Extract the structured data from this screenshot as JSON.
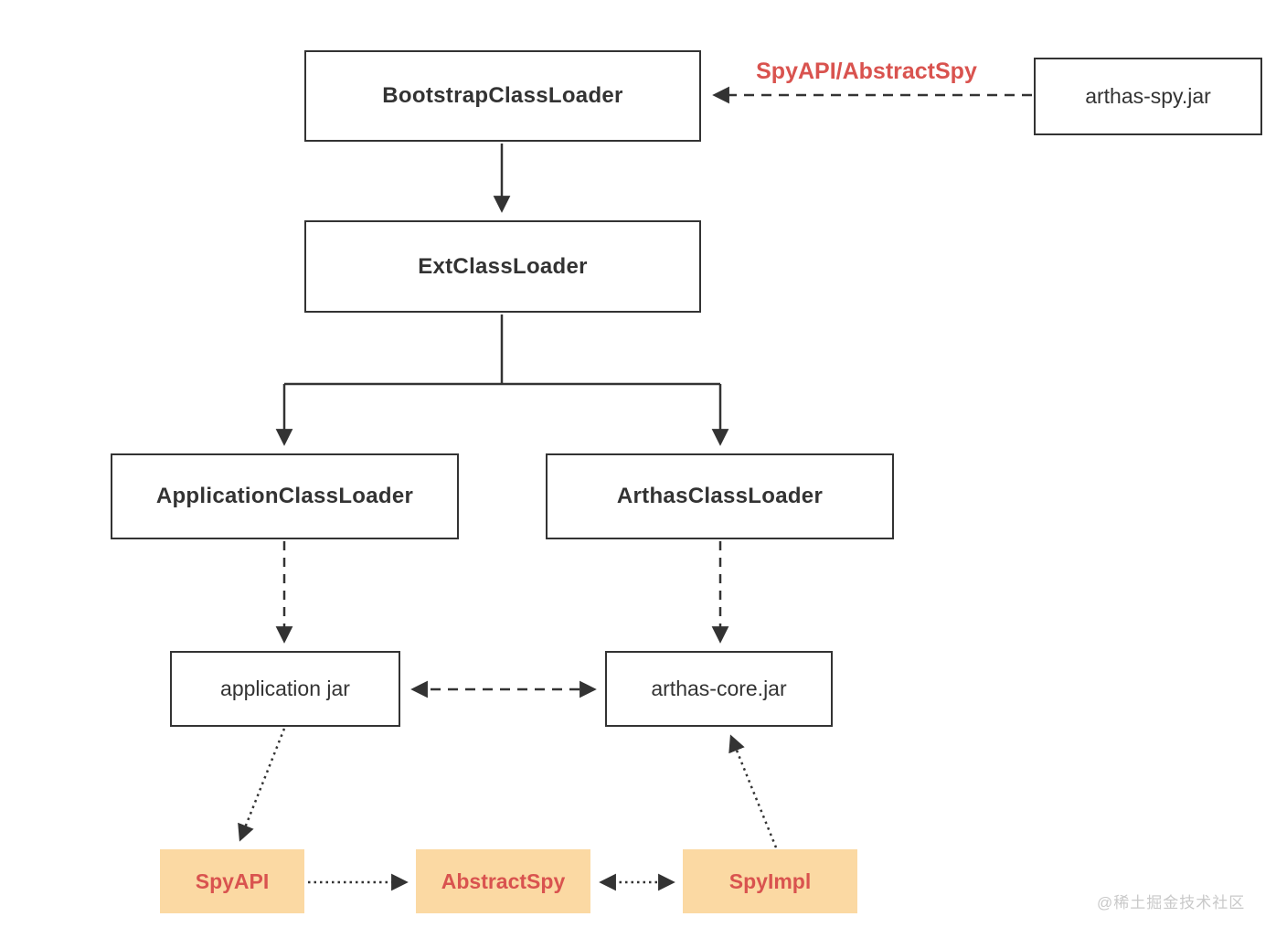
{
  "diagram": {
    "nodes": {
      "bootstrap": {
        "label": "BootstrapClassLoader"
      },
      "spyjar": {
        "label": "arthas-spy.jar"
      },
      "ext": {
        "label": "ExtClassLoader"
      },
      "appcl": {
        "label": "ApplicationClassLoader"
      },
      "arthascl": {
        "label": "ArthasClassLoader"
      },
      "appjar": {
        "label": "application jar"
      },
      "corejar": {
        "label": "arthas-core.jar"
      },
      "spyapi": {
        "label": "SpyAPI"
      },
      "abstractspy": {
        "label": "AbstractSpy"
      },
      "spyimpl": {
        "label": "SpyImpl"
      }
    },
    "edge_labels": {
      "spyjar_to_bootstrap": "SpyAPI/AbstractSpy"
    },
    "colors": {
      "line": "#333333",
      "accent_red": "#d9534f",
      "orange_fill": "#fbd9a3",
      "watermark_gray": "#c9c9c9"
    },
    "watermark": "@稀土掘金技术社区"
  }
}
